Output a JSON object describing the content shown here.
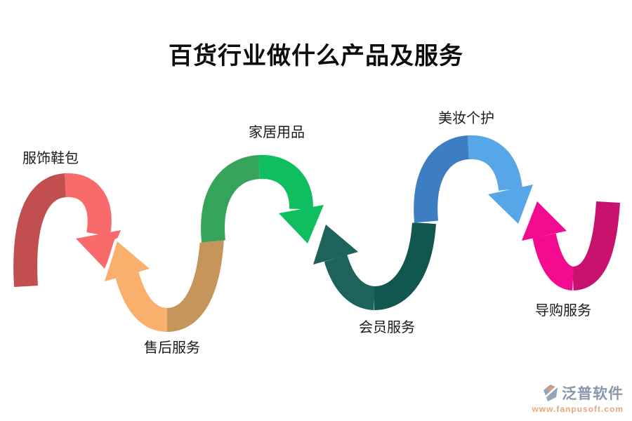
{
  "title": "百货行业做什么产品及服务",
  "title_color": "#0d0d0d",
  "arrows": [
    {
      "label": "服饰鞋包",
      "shape": "arch",
      "back": "#C24F4F",
      "front": "#F96A6A",
      "head": "#F96A6A"
    },
    {
      "label": "售后服务",
      "shape": "valley",
      "back": "#C6955B",
      "front": "#F8B06C",
      "head": "#F8B06C"
    },
    {
      "label": "家居用品",
      "shape": "arch",
      "back": "#35A45A",
      "front": "#0FBE5F",
      "head": "#0FBE5F"
    },
    {
      "label": "会员服务",
      "shape": "valley",
      "back": "#11564F",
      "front": "#1D635B",
      "head": "#1D635B"
    },
    {
      "label": "美妆个护",
      "shape": "arch",
      "back": "#3C7EC1",
      "front": "#57A7E8",
      "head": "#57A7E8"
    },
    {
      "label": "导购服务",
      "shape": "valley",
      "back": "#C8116C",
      "front": "#F30A8E",
      "head": "#F30A8E"
    }
  ],
  "watermark": {
    "brand": "泛普软件",
    "url": "www.fanpusoft.com",
    "brand_color": "#8A96AC",
    "url_color": "#E9A67E",
    "icon_gray": "#97A2B6",
    "icon_orange": "#E59B70"
  }
}
